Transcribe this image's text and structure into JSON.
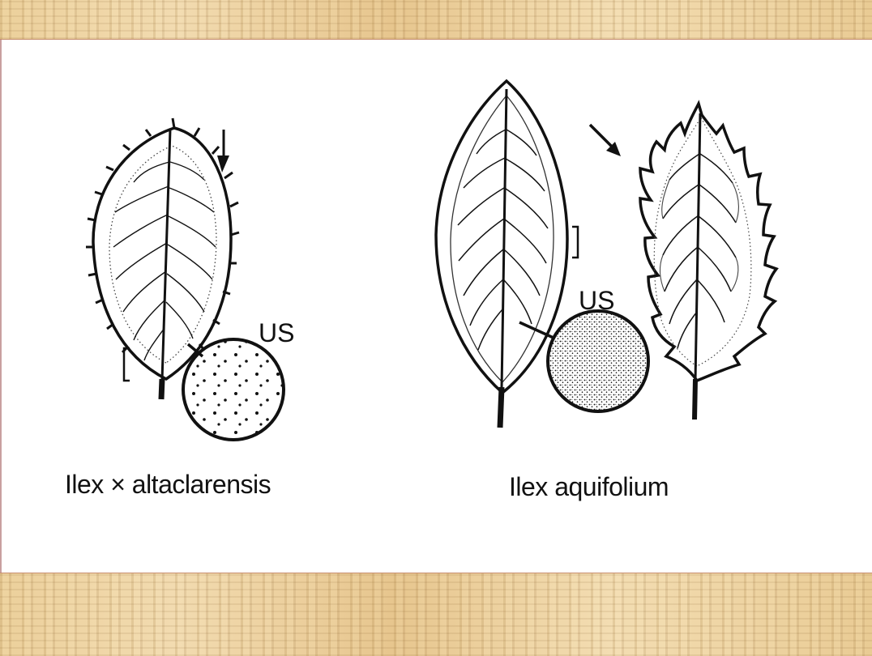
{
  "labels": {
    "left_us": "US",
    "right_us": "US"
  },
  "captions": {
    "left": "Ilex × altaclarensis",
    "right": "Ilex aquifolium"
  }
}
